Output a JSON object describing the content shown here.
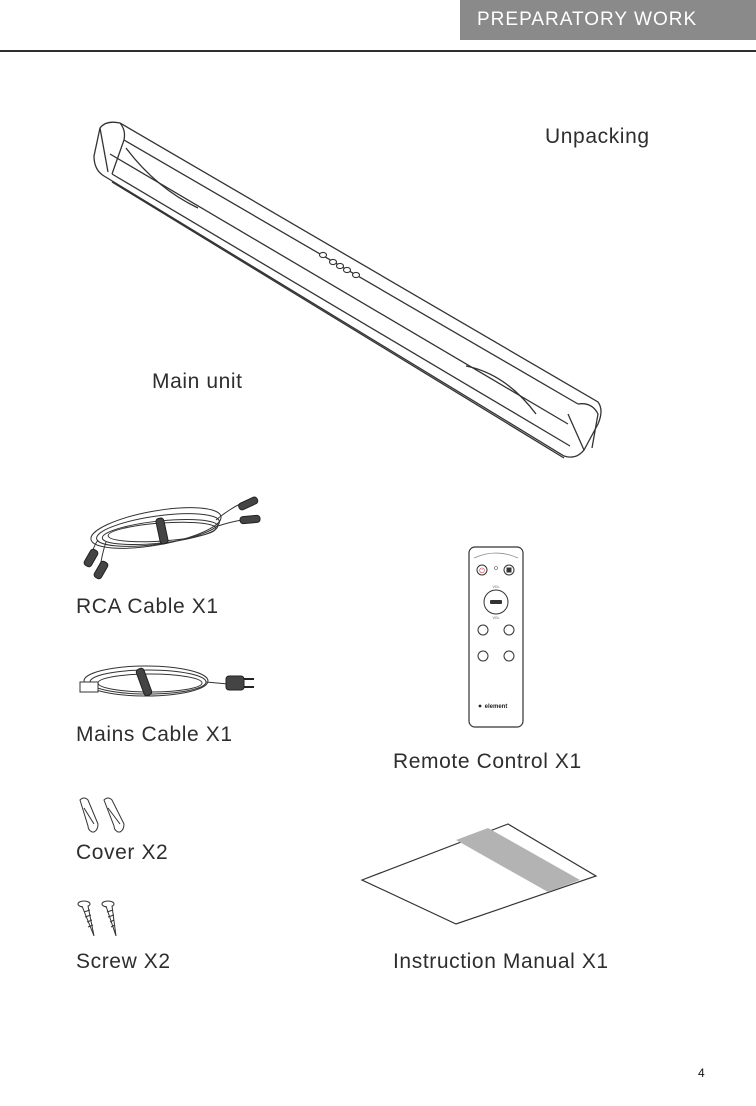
{
  "header": {
    "section_title": "PREPARATORY WORK"
  },
  "content": {
    "heading": "Unpacking",
    "main_unit_label": "Main unit",
    "items": {
      "rca_cable": "RCA Cable X1",
      "mains_cable": "Mains Cable X1",
      "cover": "Cover X2",
      "screw": "Screw X2",
      "remote_control": "Remote Control X1",
      "instruction_manual": "Instruction Manual X1"
    },
    "remote_brand": "element"
  },
  "footer": {
    "page_number": "4"
  },
  "colors": {
    "header_bg": "#8a8a8a",
    "rule": "#2e2e2e",
    "power_button": "#c0272d",
    "manual_stripe": "#b3b3b3"
  }
}
